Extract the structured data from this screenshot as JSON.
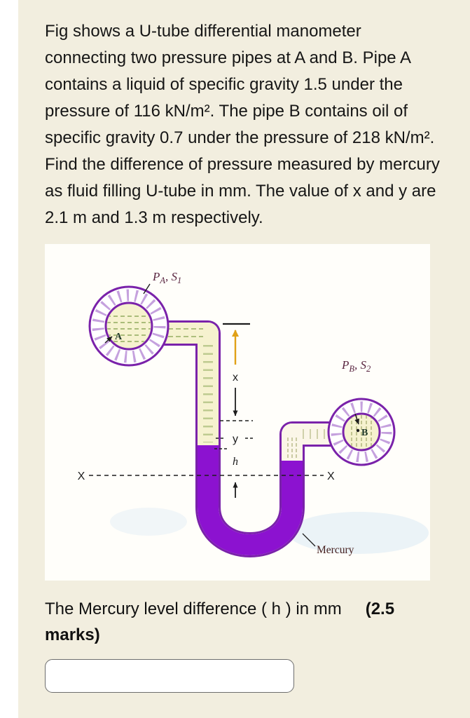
{
  "colors": {
    "page_bg": "#f2eedf",
    "panel_bg": "#fffefa",
    "mercury": "#8c12d0",
    "tube_outline": "#7a22aa",
    "arrow_accent": "#e0a117"
  },
  "question": {
    "text": "Fig shows a U-tube differential manometer connecting two pressure pipes at A and B. Pipe A contains a liquid of specific gravity 1.5 under the pressure of 116 kN/m². The pipe B contains oil of specific gravity 0.7 under the pressure of 218 kN/m². Find the difference of pressure measured by mercury as fluid filling U-tube in mm. The value of x and y are 2.1 m and 1.3 m respectively."
  },
  "figure": {
    "labels": {
      "pa_p": "P",
      "pa_sub": "A",
      "pa_mid": ", S",
      "pa_sub2": "1",
      "pb_p": "P",
      "pb_sub": "B",
      "pb_mid": ", S",
      "pb_sub2": "2",
      "pipe_a": "A",
      "pipe_b": "B",
      "dim_x": "x",
      "dim_y": "y",
      "dim_h": "h",
      "datum_left": "X",
      "datum_right": "X",
      "mercury": "Mercury"
    }
  },
  "answer": {
    "label": "The Mercury level difference ( h ) in mm",
    "marks": "(2.5 marks)",
    "value": ""
  }
}
